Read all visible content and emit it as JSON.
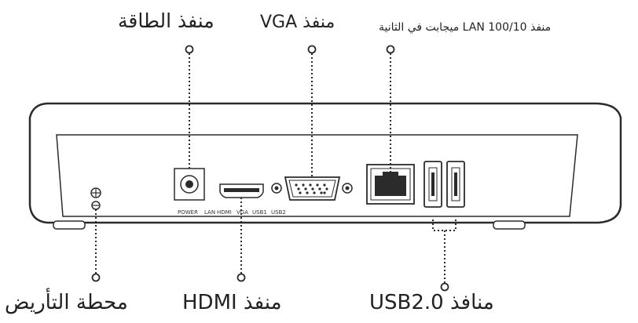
{
  "labels": {
    "power_port": "منفذ الطاقة",
    "vga_port": "منفذ VGA",
    "lan_port": "منفذ LAN 100/10 ميجابت في الثانية",
    "ground": "محطة التأريض",
    "hdmi_port": "منفذ HDMI",
    "usb_ports": "منافذ USB2.0"
  },
  "port_legend": {
    "power": "POWER",
    "lan": "LAN",
    "hdmi": "HDMI",
    "vga": "VGA",
    "usb1": "USB1",
    "usb2": "USB2"
  }
}
